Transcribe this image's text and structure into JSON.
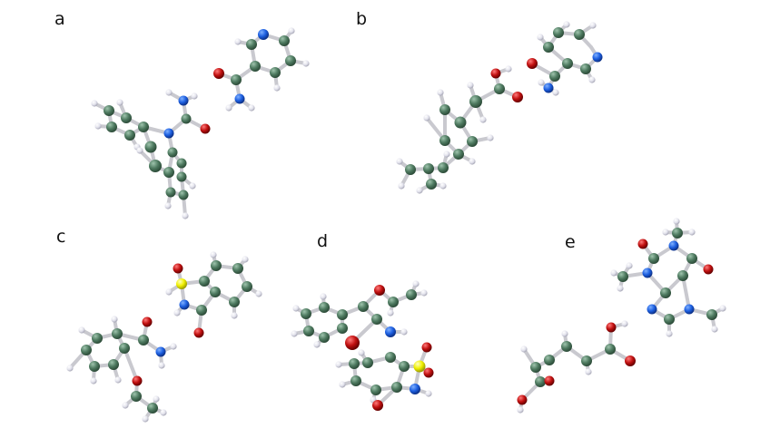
{
  "panels": [
    {
      "label": "a"
    },
    {
      "label": "b"
    },
    {
      "label": "c"
    },
    {
      "label": "d"
    },
    {
      "label": "e"
    }
  ],
  "atom_colors": {
    "carbon": "#4e7a60",
    "hydrogen": "#e6e6f0",
    "nitrogen": "#1d5fe0",
    "oxygen": "#c01010",
    "sulfur": "#f0f000"
  }
}
